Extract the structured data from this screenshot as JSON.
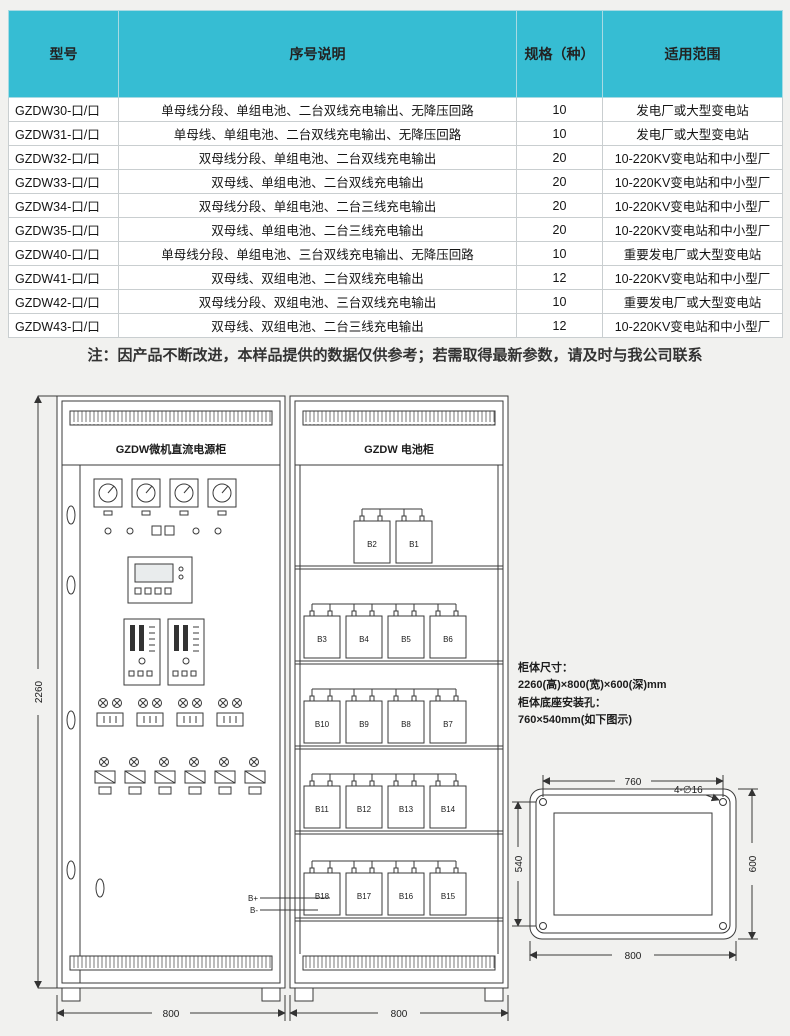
{
  "table": {
    "headers": [
      "型号",
      "序号说明",
      "规格（种）",
      "适用范围"
    ],
    "rows": [
      [
        "GZDW30-口/口",
        "单母线分段、单组电池、二台双线充电输出、无降压回路",
        "10",
        "发电厂或大型变电站"
      ],
      [
        "GZDW31-口/口",
        "单母线、单组电池、二台双线充电输出、无降压回路",
        "10",
        "发电厂或大型变电站"
      ],
      [
        "GZDW32-口/口",
        "双母线分段、单组电池、二台双线充电输出",
        "20",
        "10-220KV变电站和中小型厂"
      ],
      [
        "GZDW33-口/口",
        "双母线、单组电池、二台双线充电输出",
        "20",
        "10-220KV变电站和中小型厂"
      ],
      [
        "GZDW34-口/口",
        "双母线分段、单组电池、二台三线充电输出",
        "20",
        "10-220KV变电站和中小型厂"
      ],
      [
        "GZDW35-口/口",
        "双母线、单组电池、二台三线充电输出",
        "20",
        "10-220KV变电站和中小型厂"
      ],
      [
        "GZDW40-口/口",
        "单母线分段、单组电池、三台双线充电输出、无降压回路",
        "10",
        "重要发电厂或大型变电站"
      ],
      [
        "GZDW41-口/口",
        "双母线、双组电池、二台双线充电输出",
        "12",
        "10-220KV变电站和中小型厂"
      ],
      [
        "GZDW42-口/口",
        "双母线分段、双组电池、三台双线充电输出",
        "10",
        "重要发电厂或大型变电站"
      ],
      [
        "GZDW43-口/口",
        "双母线、双组电池、二台三线充电输出",
        "12",
        "10-220KV变电站和中小型厂"
      ]
    ]
  },
  "note": "注：因产品不断改进，本样品提供的数据仅供参考；若需取得最新参数，请及时与我公司联系",
  "drawing": {
    "left_cabinet_title": "GZDW微机直流电源柜",
    "right_cabinet_title": "GZDW 电池柜",
    "height_dim": "2260",
    "left_width_dim": "800",
    "right_width_dim": "800",
    "battery_rows": [
      [
        "B2",
        "B1"
      ],
      [
        "B3",
        "B4",
        "B5",
        "B6"
      ],
      [
        "B10",
        "B9",
        "B8",
        "B7"
      ],
      [
        "B11",
        "B12",
        "B13",
        "B14"
      ],
      [
        "B18",
        "B17",
        "B16",
        "B15"
      ]
    ],
    "bus_labels": [
      "B+",
      "B-"
    ],
    "spec_lines": [
      "柜体尺寸：",
      "2260(高)×800(宽)×600(深)mm",
      "柜体底座安装孔：",
      "760×540mm(如下图示)"
    ],
    "base": {
      "top_dim": "760",
      "left_dim": "540",
      "right_dim": "600",
      "bottom_dim": "800",
      "hole_label": "4-∅16"
    }
  },
  "colors": {
    "header_bg": "#36bdd3",
    "page_bg": "#f1f1ef",
    "table_border": "#c9ced0"
  }
}
